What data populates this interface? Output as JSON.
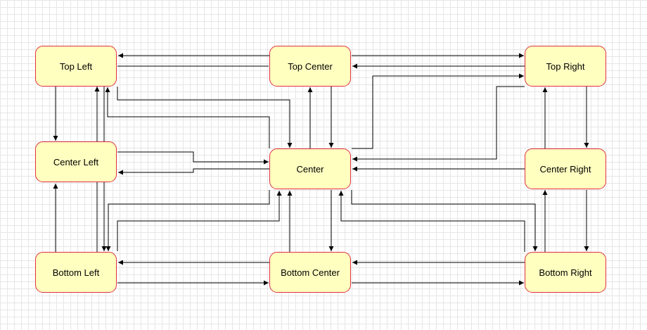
{
  "diagram": {
    "node_fill": "#ffffc0",
    "node_stroke": "#e0303e",
    "edge_color": "#000000",
    "nodes": {
      "top_left": "Top Left",
      "top_center": "Top Center",
      "top_right": "Top Right",
      "center_left": "Center Left",
      "center": "Center",
      "center_right": "Center Right",
      "bottom_left": "Bottom Left",
      "bottom_center": "Bottom Center",
      "bottom_right": "Bottom Right"
    }
  }
}
